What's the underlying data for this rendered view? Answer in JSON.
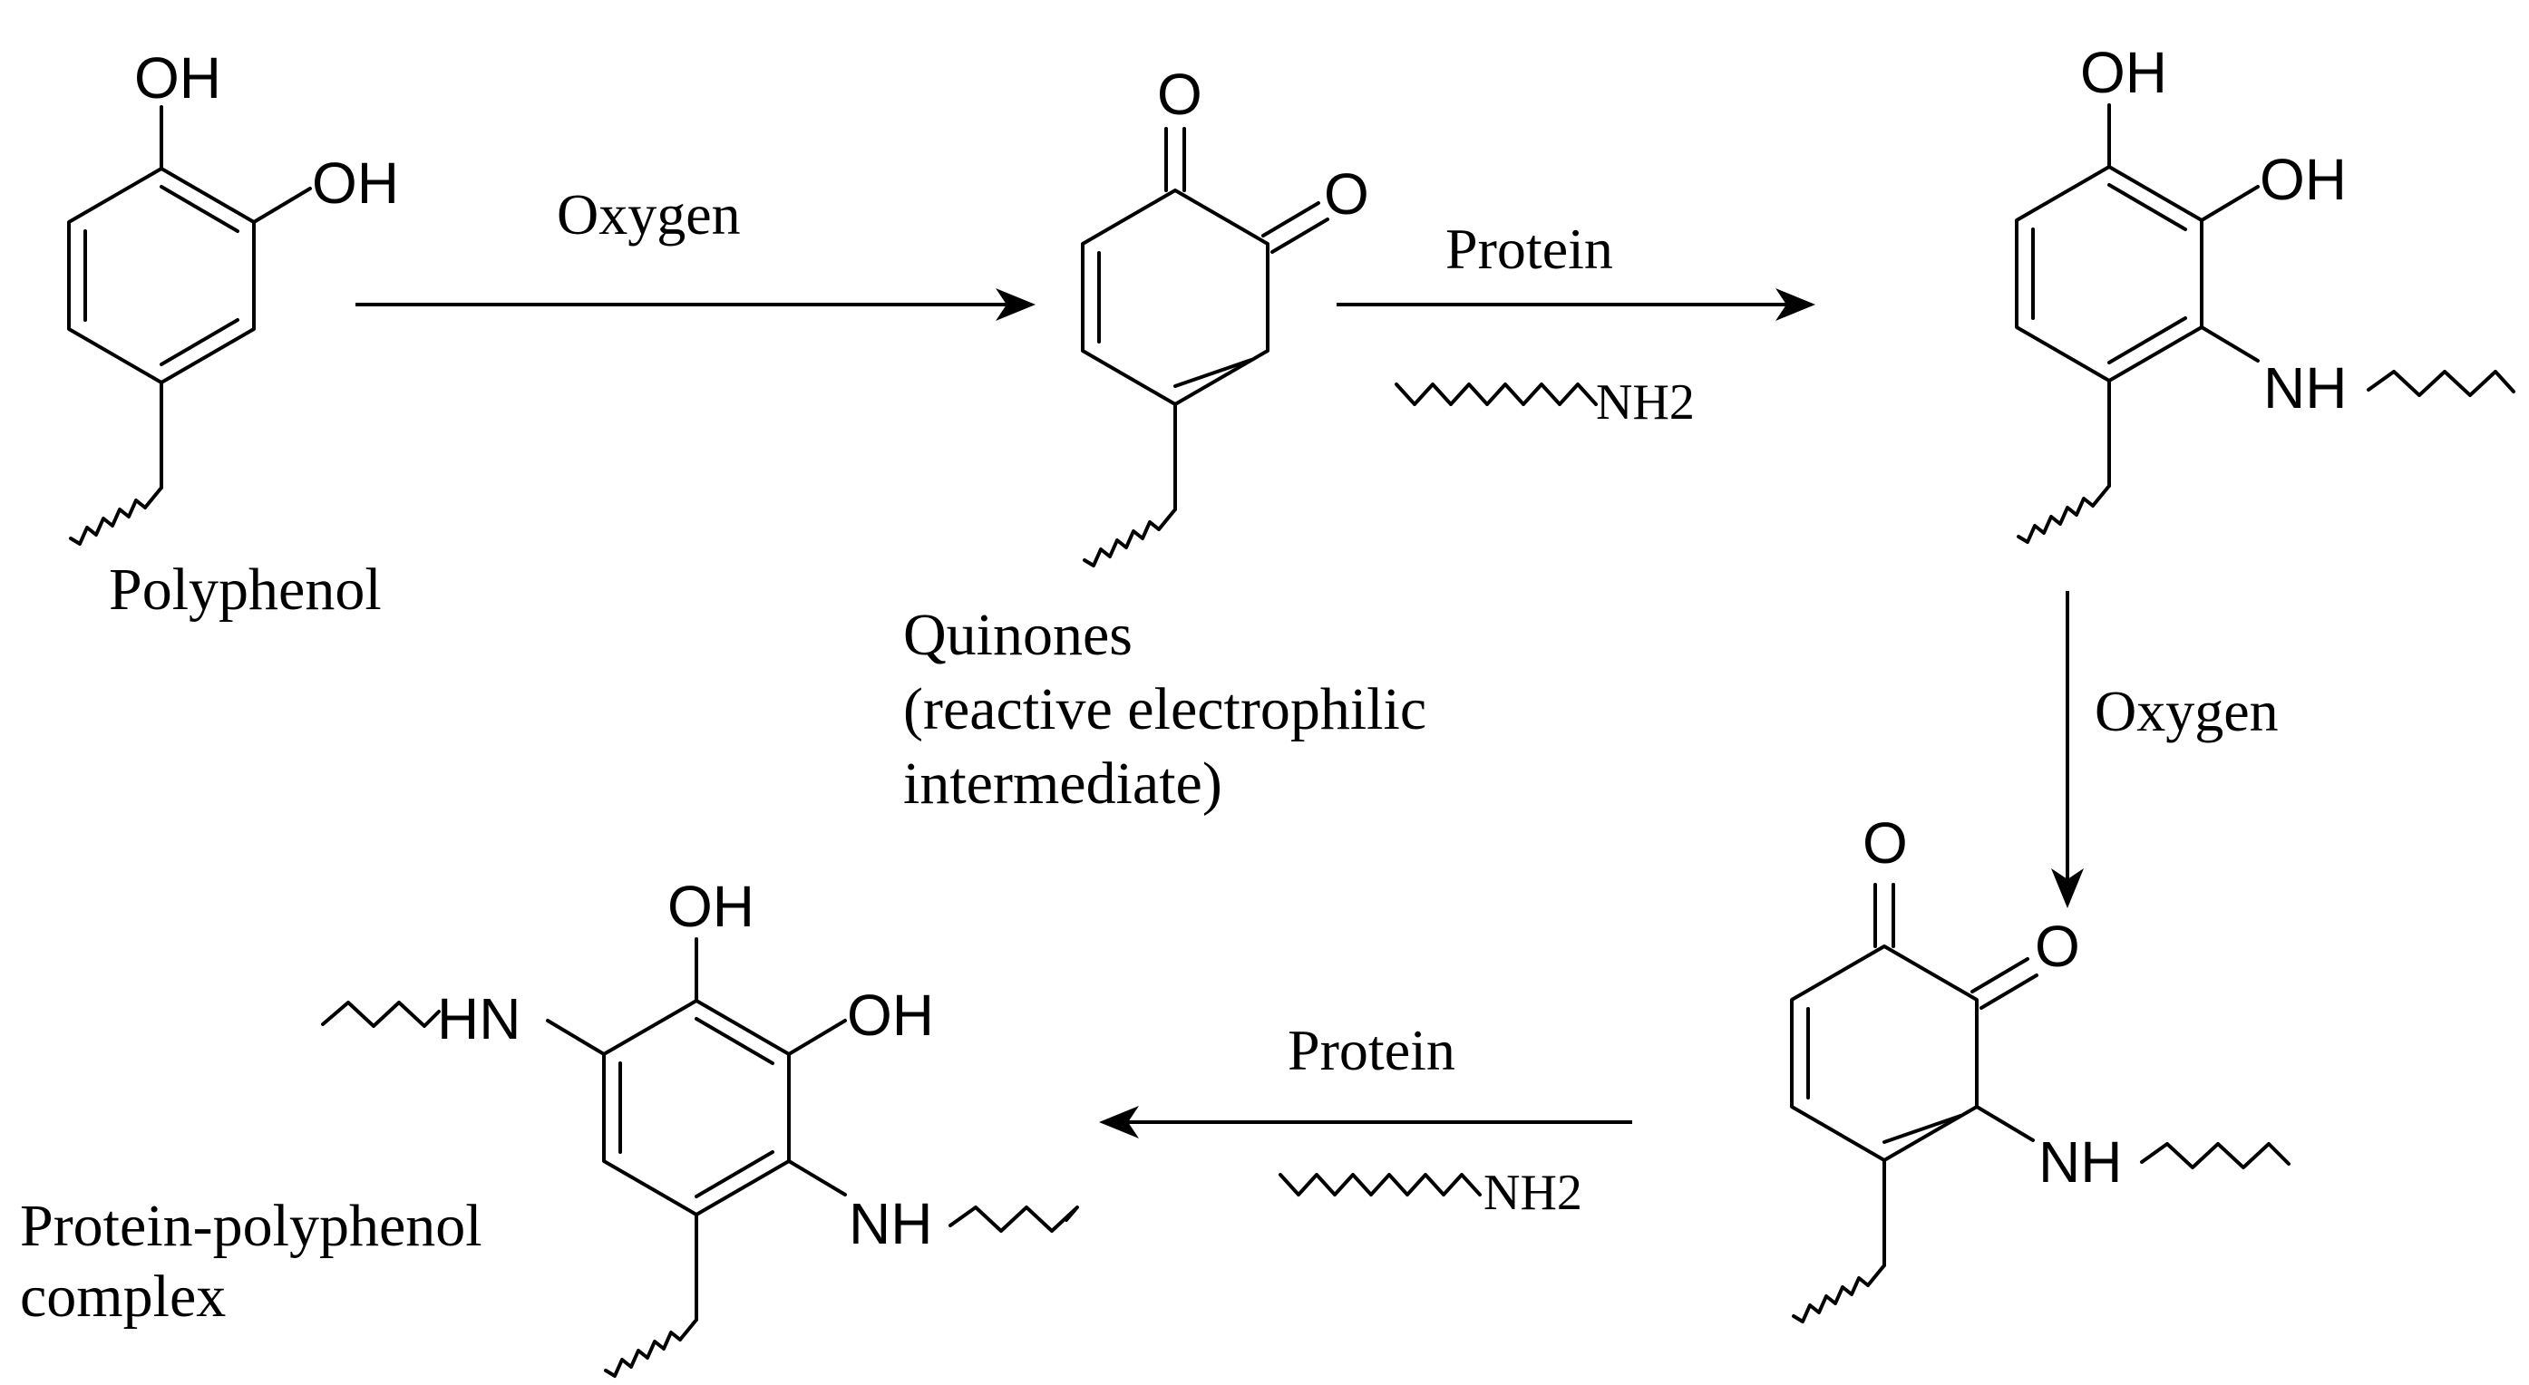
{
  "atoms": {
    "oh": "OH",
    "o": "O",
    "nh": "NH",
    "hn": "HN"
  },
  "reagents": {
    "oxygen": "Oxygen",
    "protein": "Protein",
    "amine": "NH2"
  },
  "captions": {
    "polyphenol": "Polyphenol",
    "quinones_line1": "Quinones",
    "quinones_line2": "(reactive electrophilic",
    "quinones_line3": "intermediate)",
    "complex_line1": "Protein-polyphenol",
    "complex_line2": "complex"
  }
}
